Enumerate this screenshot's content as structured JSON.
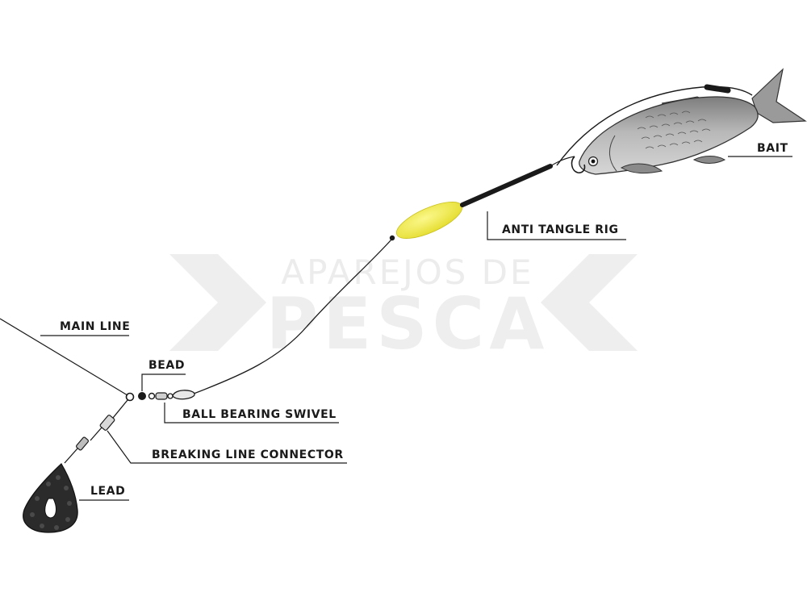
{
  "watermark": {
    "line1": "APAREJOS DE",
    "line2": "PESCA"
  },
  "labels": {
    "bait": "BAIT",
    "anti_tangle_rig": "ANTI TANGLE RIG",
    "main_line": "MAIN LINE",
    "bead": "BEAD",
    "ball_bearing_swivel": "BALL BEARING SWIVEL",
    "breaking_line_connector": "BREAKING LINE CONNECTOR",
    "lead": "LEAD"
  },
  "colors": {
    "line": "#1a1a1a",
    "float": "#f2ee4e",
    "fish_body": "#a9a9a9",
    "lead": "#2b2b2b",
    "watermark": "#eeeeee"
  }
}
